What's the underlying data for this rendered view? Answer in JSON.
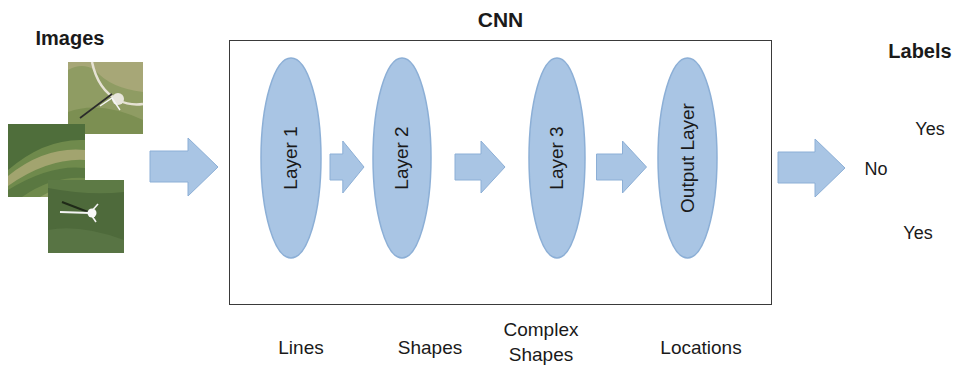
{
  "diagram": {
    "nodes": [
      {
        "text": [
          "CNN"
        ]
      },
      {
        "text": [
          "Layer 1"
        ],
        "in": 0
      },
      {
        "text": [
          "Layer 2"
        ],
        "in": 0
      },
      {
        "text": [
          "Layer 3"
        ],
        "in": 0
      },
      {
        "text": [
          "Output Layer"
        ],
        "in": 0
      }
    ],
    "edges": [
      {
        "from": 1,
        "to": 2,
        "arrow": "to"
      },
      {
        "from": 2,
        "to": 3,
        "arrow": "to"
      },
      {
        "from": 3,
        "to": 4,
        "arrow": "to"
      }
    ],
    "labels": [
      "Images",
      "Labels",
      "Yes",
      "No",
      "Yes",
      "Lines",
      "Shapes",
      "Complex Shapes",
      "Locations"
    ]
  }
}
